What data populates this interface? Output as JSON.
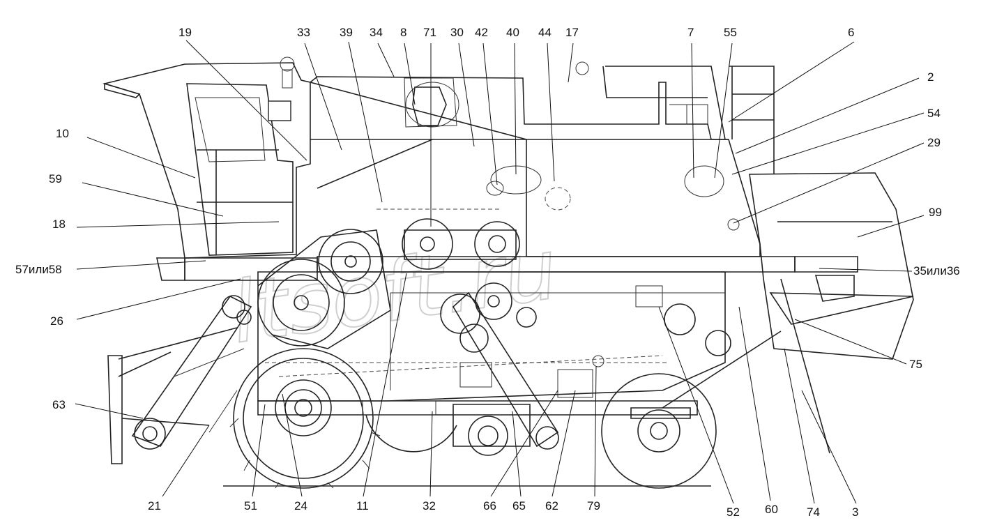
{
  "callouts": {
    "c19": "19",
    "c33": "33",
    "c39": "39",
    "c34": "34",
    "c8": "8",
    "c71": "71",
    "c30": "30",
    "c42": "42",
    "c40": "40",
    "c44": "44",
    "c17": "17",
    "c7": "7",
    "c55": "55",
    "c6": "6",
    "c2": "2",
    "c54": "54",
    "c29": "29",
    "c10": "10",
    "c59": "59",
    "c18": "18",
    "c99": "99",
    "c57or58": "57или58",
    "c35or36": "35или36",
    "c26": "26",
    "c75": "75",
    "c63": "63",
    "c21": "21",
    "c51": "51",
    "c24": "24",
    "c11": "11",
    "c32": "32",
    "c66": "66",
    "c65": "65",
    "c62": "62",
    "c79": "79",
    "c52": "52",
    "c60": "60",
    "c74": "74",
    "c3": "3"
  },
  "watermark": "ltsoft.ru",
  "colors": {
    "line": "#111111",
    "background": "#ffffff",
    "watermark": "#cfcfcf"
  }
}
